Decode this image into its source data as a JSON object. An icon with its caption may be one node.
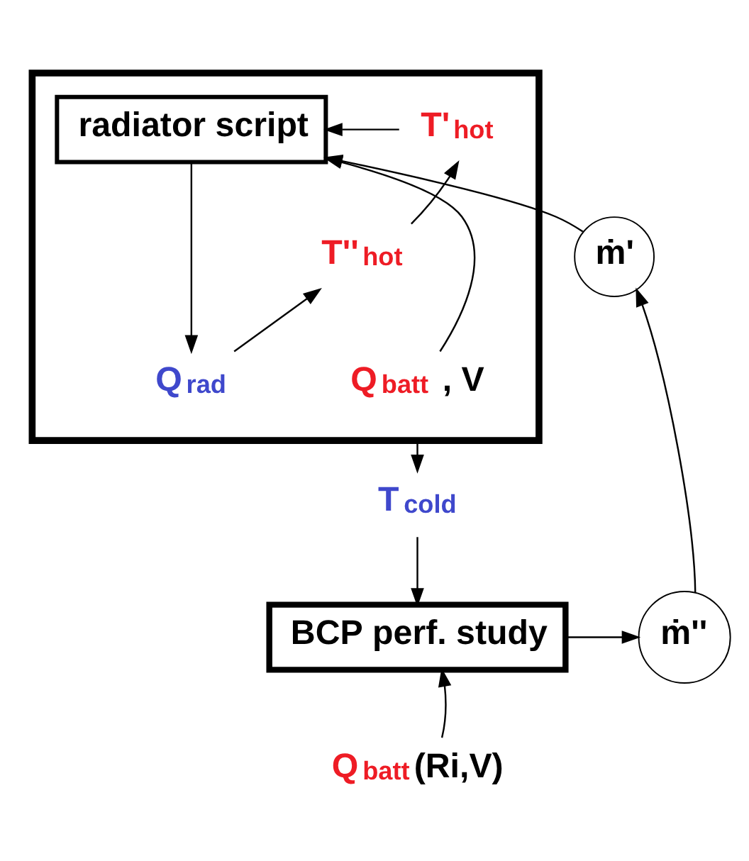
{
  "diagram": {
    "nodes": [
      {
        "text": [],
        "shape": "box"
      },
      {
        "text": [
          "radiator script"
        ],
        "in": 0
      },
      {
        "text": [
          "T'$_{hot}$"
        ],
        "in": 0
      },
      {
        "text": [
          "T''$_{hot}$"
        ],
        "in": 0
      },
      {
        "text": [
          "Q$_{batt}$ , V"
        ],
        "in": 0
      },
      {
        "text": [
          "Q$_{rad}$"
        ],
        "in": 0
      },
      {
        "text": [
          "ṁ'"
        ]
      },
      {
        "text": [
          "T$_{cold}$"
        ]
      },
      {
        "text": [
          "ṁ''"
        ]
      },
      {
        "text": [
          "BCP perf. study"
        ]
      },
      {
        "text": [
          "Q$_{batt}$(Ri,V)"
        ]
      }
    ],
    "edges": [
      {
        "from": 6,
        "to": 1,
        "arrow": "to"
      },
      {
        "from": 2,
        "to": 1,
        "arrow": "to"
      },
      {
        "from": 4,
        "to": 1,
        "arrow": "to"
      },
      {
        "from": 1,
        "to": 5,
        "arrow": "to"
      },
      {
        "from": 5,
        "to": 3,
        "arrow": "to"
      },
      {
        "from": 3,
        "to": 2,
        "arrow": "to"
      },
      {
        "from": 0,
        "to": 7,
        "arrow": "to"
      },
      {
        "from": 7,
        "to": 9,
        "arrow": "to"
      },
      {
        "from": 9,
        "to": 8,
        "arrow": "to"
      },
      {
        "from": 8,
        "to": 6,
        "arrow": "to"
      },
      {
        "from": 10,
        "to": 9,
        "arrow": "to"
      }
    ]
  }
}
